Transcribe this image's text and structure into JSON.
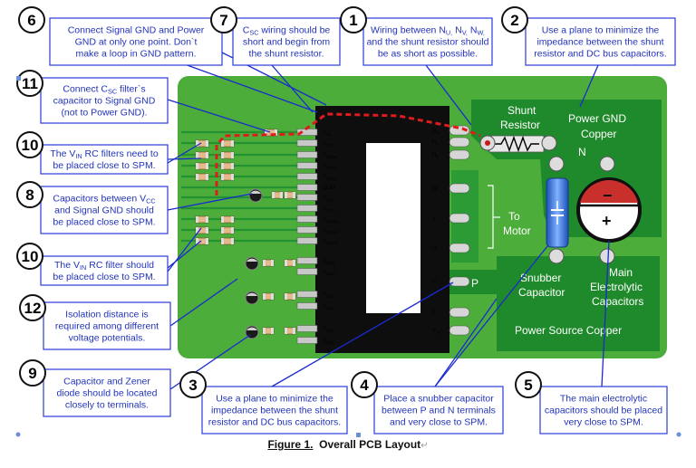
{
  "colors": {
    "board": "#4cad3a",
    "copper": "#1f8a2b",
    "trace": "#239232",
    "chip": "#0e0e0e",
    "note_border": "#2a3bd8",
    "note_text": "#2233bb",
    "gnd_loop": "#e01b1b"
  },
  "caption": {
    "figure": "Figure 1.",
    "title": "Overall PCB Layout",
    "mark": "↵"
  },
  "board": {
    "shunt": "Shunt",
    "resistor": "Resistor",
    "power_gnd": "Power GND",
    "copper": "Copper",
    "n_terminal": "N",
    "p_terminal": "P",
    "to": "To",
    "motor": "Motor",
    "snubber": "Snubber",
    "capacitor": "Capacitor",
    "main": "Main",
    "electrolytic": "Electrolytic",
    "capacitors": "Capacitors",
    "power_source_copper": "Power Source Copper"
  },
  "chip": {
    "left_pins": [
      "C_SC",
      "V_FO",
      "V_IN(WL)",
      "V_IN(VL)",
      "V_IN(UL)",
      "COM",
      "V_CCL",
      "V_CCH",
      "V_IN(WH)",
      "V_IN(VH)",
      "V_IN(UH)",
      "V_S(W)",
      "V_B(W)",
      "V_S(V)",
      "V_B(V)",
      "V_S(U)",
      "V_B(U)"
    ],
    "right_pins": [
      "N_W",
      "N_V",
      "N_U",
      "W",
      "V",
      "U",
      "P",
      "P",
      "V_TH"
    ]
  },
  "callouts": [
    {
      "num": "6",
      "lines": [
        "Connect Signal GND and Power",
        "GND at only one point. Don`t",
        "make a loop in GND pattern."
      ]
    },
    {
      "num": "7",
      "lines": [
        "C_SC wiring should be",
        "short and begin from",
        "the shunt resistor."
      ]
    },
    {
      "num": "1",
      "lines": [
        "Wiring between N_U, N_V, N_W,",
        "and the shunt resistor should",
        "be as short as possible."
      ]
    },
    {
      "num": "2",
      "lines": [
        "Use a plane to minimize the",
        "impedance between the shunt",
        "resistor and DC bus capacitors."
      ]
    },
    {
      "num": "11",
      "lines": [
        "Connect C_SC filter`s",
        "capacitor to Signal GND",
        "(not to Power GND)."
      ]
    },
    {
      "num": "10",
      "lines": [
        "The V_IN RC filters need to",
        "be placed close to SPM."
      ]
    },
    {
      "num": "8",
      "lines": [
        "Capacitors between V_CC",
        "and Signal GND should",
        "be placed close to SPM."
      ]
    },
    {
      "num": "10",
      "lines": [
        "The V_IN RC filter should",
        "be placed close to SPM."
      ]
    },
    {
      "num": "12",
      "lines": [
        "Isolation distance is",
        "required among different",
        "voltage potentials."
      ]
    },
    {
      "num": "9",
      "lines": [
        "Capacitor and Zener",
        "diode should be located",
        "closely to terminals."
      ]
    },
    {
      "num": "3",
      "lines": [
        "Use a plane to minimize the",
        "impedance between the shunt",
        "resistor and DC bus capacitors."
      ]
    },
    {
      "num": "4",
      "lines": [
        "Place a snubber capacitor",
        "between P and N terminals",
        "and very close to SPM."
      ]
    },
    {
      "num": "5",
      "lines": [
        "The main electrolytic",
        "capacitors should be placed",
        "very close to SPM."
      ]
    }
  ]
}
